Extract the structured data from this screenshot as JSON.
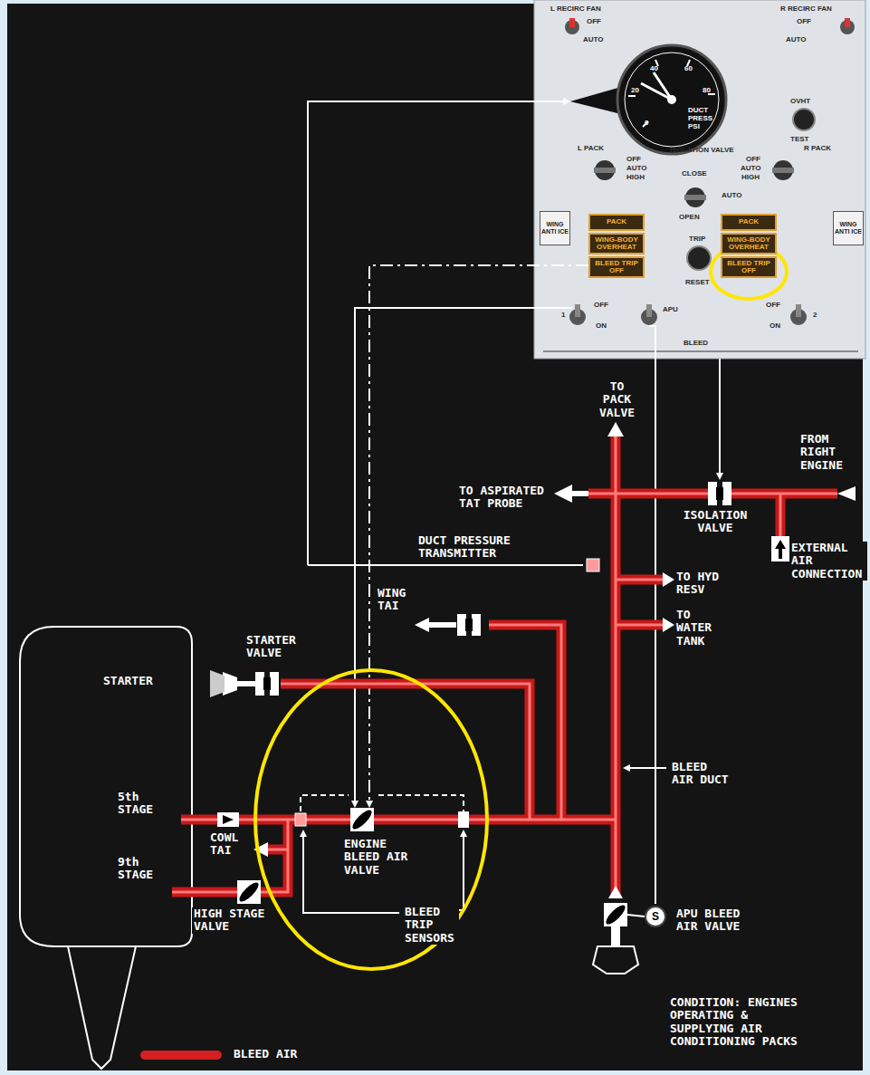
{
  "diagram": {
    "nodes": [
      {
        "text": [
          "WING ANTI ICE"
        ]
      },
      {
        "text": [
          "PACK"
        ]
      },
      {
        "text": [
          "WING-BODY OVERHEAT"
        ]
      },
      {
        "text": [
          "BLEED TRIP OFF"
        ]
      },
      {
        "text": [
          "PACK"
        ]
      },
      {
        "text": [
          "WING-BODY OVERHEAT"
        ]
      },
      {
        "text": [
          "BLEED TRIP OFF"
        ]
      },
      {
        "text": [
          "WING ANTI ICE"
        ]
      },
      {
        "text": [
          "S"
        ]
      }
    ],
    "labels": [
      "L RECIRC FAN",
      "R RECIRC FAN",
      "OFF",
      "AUTO",
      "OFF",
      "AUTO",
      "DUCT PRESS PSI",
      "0",
      "20",
      "40",
      "60",
      "80",
      "OVHT",
      "TEST",
      "L PACK",
      "OFF",
      "AUTO",
      "HIGH",
      "ISOLATION VALVE",
      "CLOSE",
      "R PACK",
      "OFF",
      "AUTO",
      "HIGH",
      "AUTO",
      "OPEN",
      "TRIP",
      "RESET",
      "1",
      "OFF",
      "ON",
      "APU",
      "2",
      "OFF",
      "ON",
      "BLEED",
      "TO PACK VALVE",
      "FROM RIGHT ENGINE",
      "TO ASPIRATED TAT PROBE",
      "ISOLATION VALVE",
      "EXTERNAL AIR CONNECTION",
      "DUCT PRESSURE TRANSMITTER",
      "TO HYD RESV",
      "WING TAI",
      "TO WATER TANK",
      "STARTER VALVE",
      "STARTER",
      "BLEED AIR DUCT",
      "5th STAGE",
      "COWL TAI",
      "ENGINE BLEED AIR VALVE",
      "9th STAGE",
      "HIGH STAGE VALVE",
      "BLEED TRIP SENSORS",
      "APU BLEED AIR VALVE",
      "CONDITION: ENGINES OPERATING & SUPPLYING AIR CONDITIONING PACKS"
    ],
    "legend": [
      {
        "text": "BLEED AIR",
        "color": "#d42020"
      }
    ]
  }
}
